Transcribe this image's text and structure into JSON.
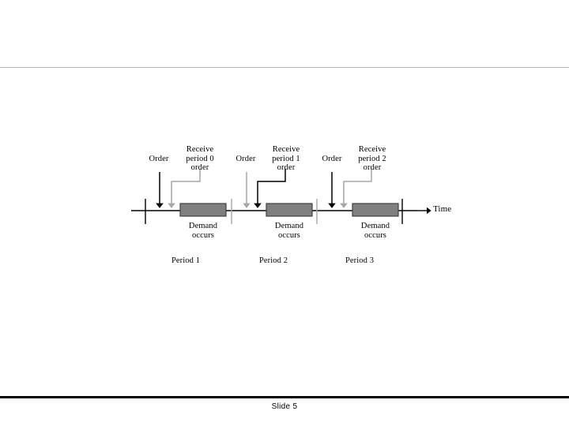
{
  "slide": {
    "number_label": "Slide 5",
    "header_rule_color": "#b3b3b3",
    "footer_rule_color": "#000000",
    "background": "#ffffff"
  },
  "diagram": {
    "name": "inventory-ordering-timeline",
    "axis_label": "Time",
    "bar_fill": "#808080",
    "bar_stroke": "#404040",
    "black": "#000000",
    "gray": "#a6a6a6",
    "groups": [
      {
        "period_label": "Period 1",
        "order_label": "Order",
        "receive_label": "Receive\nperiod 0\norder",
        "demand_label": "Demand\noccurs",
        "order_arrow_color": "#000000",
        "receive_arrow_color": "#a6a6a6",
        "divider_color": "#000000"
      },
      {
        "period_label": "Period 2",
        "order_label": "Order",
        "receive_label": "Receive\nperiod 1\norder",
        "demand_label": "Demand\noccurs",
        "order_arrow_color": "#a6a6a6",
        "receive_arrow_color": "#000000",
        "divider_color": "#a6a6a6"
      },
      {
        "period_label": "Period 3",
        "order_label": "Order",
        "receive_label": "Receive\nperiod 2\norder",
        "demand_label": "Demand\noccurs",
        "order_arrow_color": "#000000",
        "receive_arrow_color": "#a6a6a6",
        "divider_color": "#a6a6a6"
      }
    ]
  }
}
